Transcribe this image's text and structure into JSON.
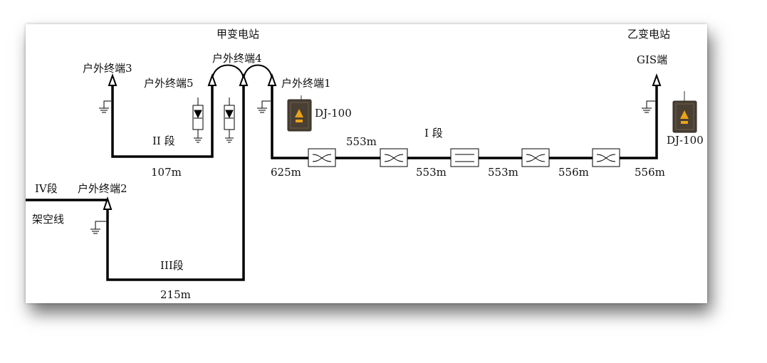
{
  "stations": {
    "a_station": "甲变电站",
    "b_station": "乙变电站",
    "gis_end": "GIS端"
  },
  "terminals": {
    "t1": "户外终端1",
    "t2": "户外终端2",
    "t3": "户外终端3",
    "t4": "户外终端4",
    "t5": "户外终端5"
  },
  "sections": {
    "s1": "I 段",
    "s2": "II 段",
    "s3": "III段",
    "s4": "IV段",
    "overhead": "架空线"
  },
  "lengths": {
    "sec2": "107m",
    "sec3": "215m",
    "seg1": "625m",
    "seg2_top": "553m",
    "seg3": "553m",
    "seg4": "553m",
    "seg5": "556m",
    "seg6": "556m"
  },
  "devices": {
    "monitor_left": "DJ-100",
    "monitor_right": "DJ-100"
  },
  "colors": {
    "line": "#000000",
    "device_body": "#4a3f33",
    "warning": "#e8a317"
  }
}
